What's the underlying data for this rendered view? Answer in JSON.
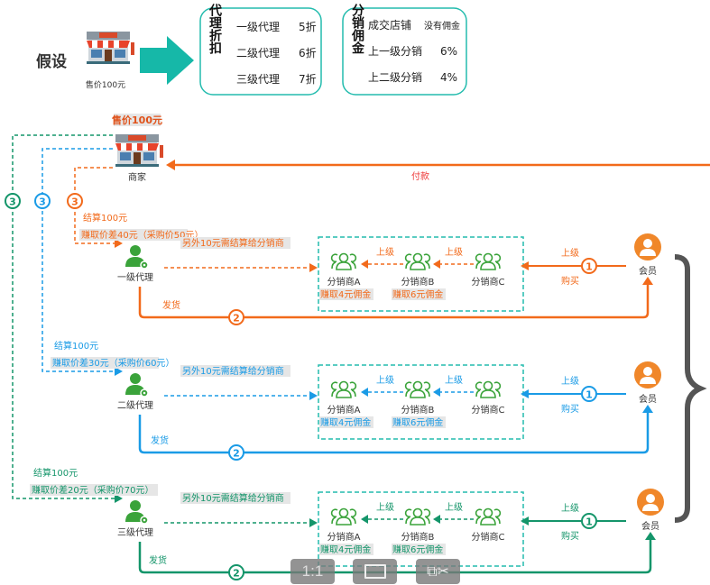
{
  "colors": {
    "orange": "#f26a1b",
    "blue": "#1a9be6",
    "green": "#14956a",
    "teal": "#24bcae",
    "icon_green": "#3aa33a",
    "label_bg": "#e6e6e6",
    "brace": "#555555"
  },
  "assumption": {
    "title": "假设",
    "store_price": "售价100元",
    "agent_discount": {
      "title": "代理折扣",
      "rows": [
        {
          "name": "一级代理",
          "value": "5折"
        },
        {
          "name": "二级代理",
          "value": "6折"
        },
        {
          "name": "三级代理",
          "value": "7折"
        }
      ]
    },
    "commission": {
      "title": "分销佣金",
      "rows": [
        {
          "name": "成交店铺",
          "value": "没有佣金"
        },
        {
          "name": "上一级分销",
          "value": "6%"
        },
        {
          "name": "上二级分销",
          "value": "4%"
        }
      ]
    }
  },
  "merchant": {
    "price": "售价100元",
    "label": "商家",
    "payment": "付款"
  },
  "rows": [
    {
      "agent": "一级代理",
      "settle": "结算100元",
      "margin": "赚取价差40元（采购价50元）",
      "extra": "另外10元需结算给分销商",
      "ship": "发货",
      "member": "会员",
      "buy": "购买",
      "upper": "上级",
      "dist": [
        "分销商A",
        "分销商B",
        "分销商C"
      ],
      "earn": [
        "赚取4元佣金",
        "赚取6元佣金"
      ],
      "steps": [
        "1",
        "2",
        "3"
      ]
    },
    {
      "agent": "二级代理",
      "settle": "结算100元",
      "margin": "赚取价差30元（采购价60元）",
      "extra": "另外10元需结算给分销商",
      "ship": "发货",
      "member": "会员",
      "buy": "购买",
      "upper": "上级",
      "dist": [
        "分销商A",
        "分销商B",
        "分销商C"
      ],
      "earn": [
        "赚取4元佣金",
        "赚取6元佣金"
      ],
      "steps": [
        "1",
        "2",
        "3"
      ]
    },
    {
      "agent": "三级代理",
      "settle": "结算100元",
      "margin": "赚取价差20元（采购价70元）",
      "extra": "另外10元需结算给分销商",
      "ship": "发货",
      "member": "会员",
      "buy": "购买",
      "upper": "上级",
      "dist": [
        "分销商A",
        "分销商B",
        "分销商C"
      ],
      "earn": [
        "赚取4元佣金",
        "赚取6元佣金"
      ],
      "steps": [
        "1",
        "2",
        "3"
      ]
    }
  ],
  "toolbar": {
    "actual_size": "1:1",
    "icons": [
      "fit-screen-icon",
      "screenshot-icon"
    ]
  }
}
